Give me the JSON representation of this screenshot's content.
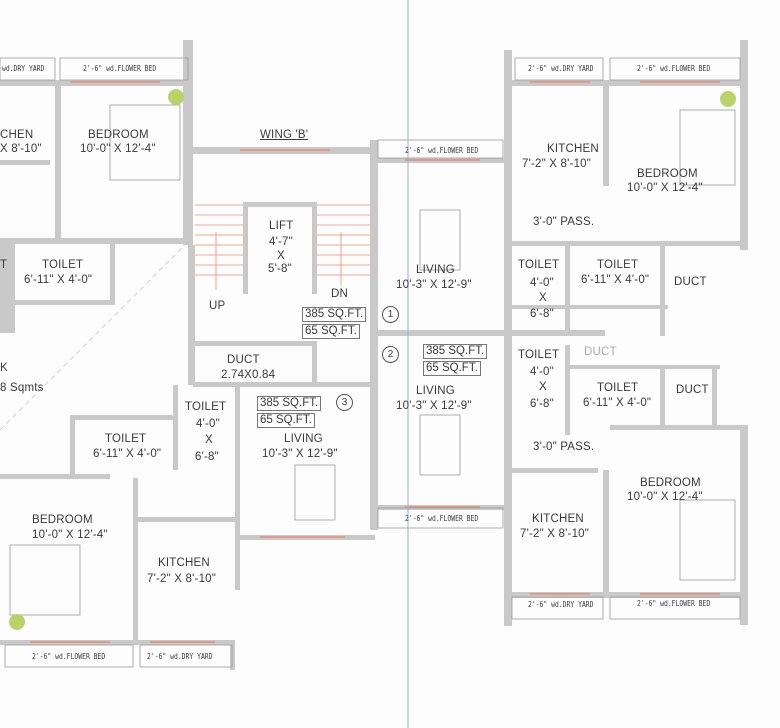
{
  "wing_label": "WING 'B'",
  "core": {
    "lift": {
      "name": "LIFT",
      "w": "4'-7\"",
      "x": "X",
      "h": "5'-8\""
    },
    "stair_up": "UP",
    "stair_down": "DN",
    "duct": {
      "name": "DUCT",
      "size": "2.74X0.84"
    }
  },
  "flats": [
    {
      "number": "1",
      "carpet": "385 SQ.FT.",
      "balcony": "65 SQ.FT."
    },
    {
      "number": "2",
      "carpet": "385 SQ.FT.",
      "balcony": "65 SQ.FT."
    },
    {
      "number": "3",
      "carpet": "385 SQ.FT.",
      "balcony": "65 SQ.FT."
    }
  ],
  "rooms": {
    "bedroom": "BEDROOM",
    "bedroom_size": "10'-0\" X 12'-4\"",
    "kitchen": "KITCHEN",
    "kitchen_size": "7'-2\" X 8'-10\"",
    "living": "LIVING",
    "living_size": "10'-3\" X 12'-9\"",
    "toilet": "TOILET",
    "toilet_a_size": "6'-11\" X 4'-0\"",
    "toilet_b_w": "4'-0\"",
    "toilet_b_x": "X",
    "toilet_b_h": "6'-8\"",
    "duct": "DUCT",
    "passage": "3'-0\" PASS.",
    "flower_bed": "2'-6\" wd.FLOWER BED",
    "dry_yard": "2'-6\" wd.DRY YARD"
  },
  "partial_left": {
    "dry_yard": "wd.DRY YARD",
    "kitchen": "CHEN",
    "kitchen_size": "X 8'-10\"",
    "toilet": "T",
    "flat": "K",
    "area": "8 Sqmts"
  },
  "colors": {
    "wall": "#c9c9c9",
    "window": "#f08a70",
    "fold_line": "#8fb4dc",
    "text": "#3a3a3a"
  }
}
